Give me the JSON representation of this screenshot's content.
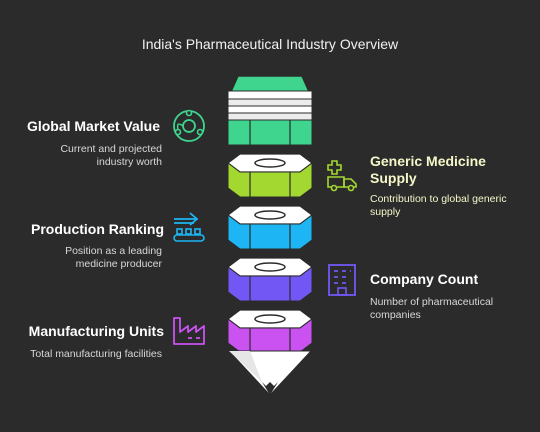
{
  "title": "India's Pharmaceutical Industry Overview",
  "items": [
    {
      "heading": "Global Market Value",
      "desc": "Current and projected industry worth",
      "color": "#3fd58f",
      "icon": "globe-network-icon"
    },
    {
      "heading": "Generic Medicine Supply",
      "desc": "Contribution to global generic supply",
      "color": "#a3d830",
      "icon": "ambulance-medical-icon"
    },
    {
      "heading": "Production Ranking",
      "desc": "Position as a leading medicine producer",
      "color": "#1db5f3",
      "icon": "conveyor-belt-icon"
    },
    {
      "heading": "Company Count",
      "desc": "Number of pharmaceutical companies",
      "color": "#7357f5",
      "icon": "office-building-icon"
    },
    {
      "heading": "Manufacturing Units",
      "desc": "Total manufacturing facilities",
      "color": "#c952f0",
      "icon": "factory-icon"
    }
  ]
}
